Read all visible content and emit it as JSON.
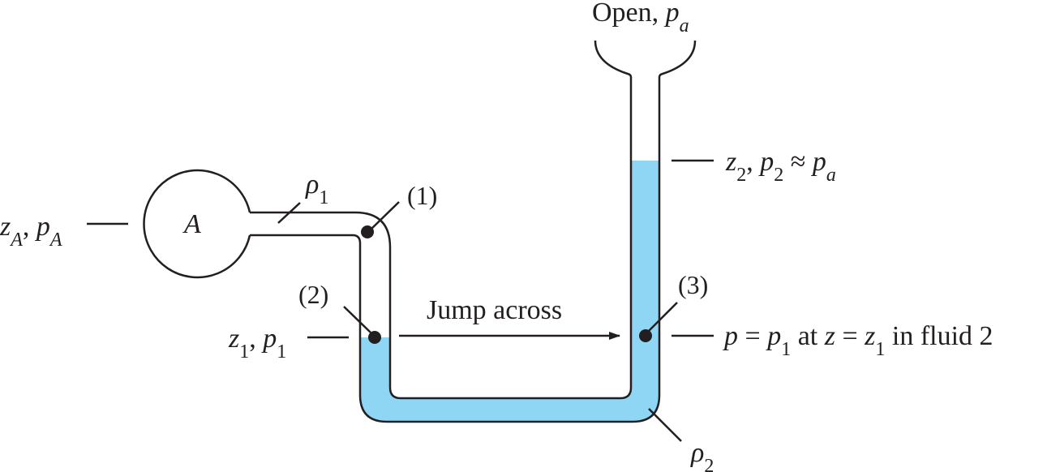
{
  "colors": {
    "fluid2": "#8fd6f4",
    "ink": "#231f20",
    "background": "#ffffff"
  },
  "labels": {
    "open_word": "Open, ",
    "open_p": "p",
    "open_sub": "a",
    "zA_z": "z",
    "zA_sub": "A",
    "zA_sep": ", ",
    "zA_p": "p",
    "zA_psub": "A",
    "bulb": "A",
    "rho1": "ρ",
    "rho1_sub": "1",
    "rho2": "ρ",
    "rho2_sub": "2",
    "pt1": "(1)",
    "pt2": "(2)",
    "pt3": "(3)",
    "z1_z": "z",
    "z1_sub": "1",
    "z1_sep": ", ",
    "z1_p": "p",
    "z1_psub": "1",
    "z2_z": "z",
    "z2_sub": "2",
    "z2_sep": ", ",
    "z2_p": "p",
    "z2_psub": "2",
    "z2_approx": " ≈ ",
    "z2_pa": "p",
    "z2_pasub": "a",
    "jump": "Jump across",
    "eq_p": "p",
    "eq_eq1": " = ",
    "eq_p1": "p",
    "eq_p1sub": "1",
    "eq_at": " at ",
    "eq_z": "z",
    "eq_eq2": " = ",
    "eq_z1": "z",
    "eq_z1sub": "1",
    "eq_tail": " in fluid 2"
  }
}
